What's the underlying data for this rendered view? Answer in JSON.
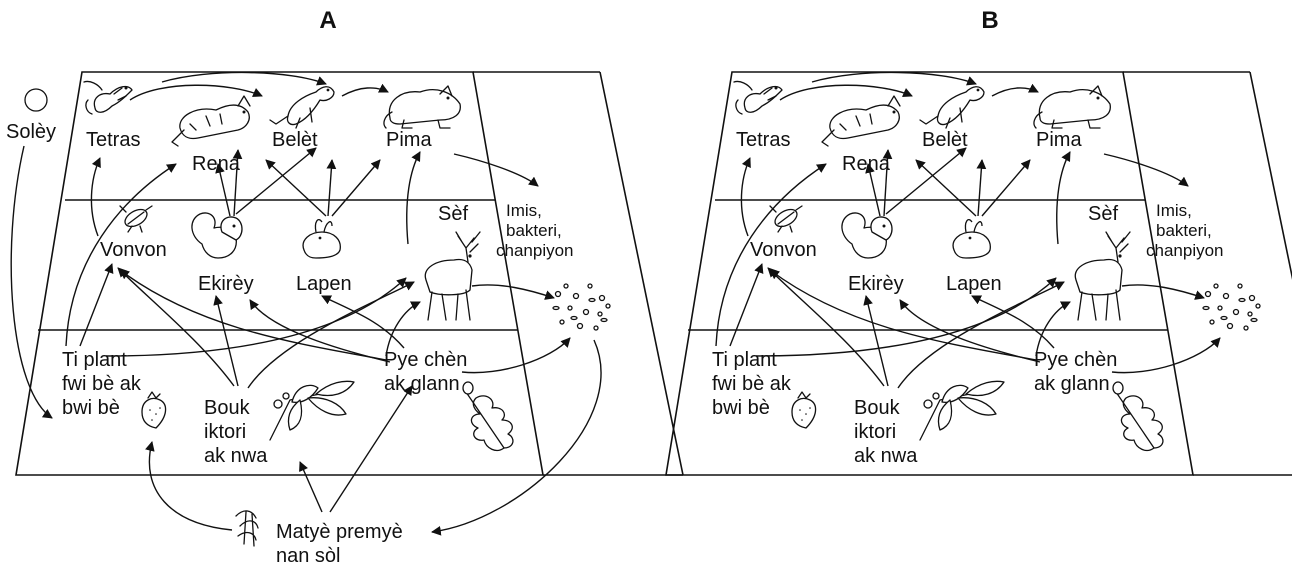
{
  "panels": [
    {
      "title": "A",
      "labels": {
        "tetras": "Tetras",
        "rena": "Rena",
        "belet": "Belèt",
        "pima": "Pima",
        "imis1": "Imis,",
        "imis2": "bakteri,",
        "imis3": "chanpiyon",
        "sef": "Sèf",
        "vonvon": "Vonvon",
        "ekirey": "Ekirèy",
        "lapen": "Lapen",
        "tp1": "Ti plant",
        "tp2": "fwi bè ak",
        "tp3": "bwi bè",
        "bouk1": "Bouk",
        "bouk2": "iktori",
        "bouk3": "ak nwa",
        "pye1": "Pye chèn",
        "pye2": "ak glann"
      },
      "soley": "Solèy",
      "matye1": "Matyè premyè",
      "matye2": "nan sòl"
    },
    {
      "title": "B",
      "labels": {
        "tetras": "Tetras",
        "rena": "Rena",
        "belet": "Belèt",
        "pima": "Pima",
        "imis1": "Imis,",
        "imis2": "bakteri,",
        "imis3": "chanpiyon",
        "sef": "Sèf",
        "vonvon": "Vonvon",
        "ekirey": "Ekirèy",
        "lapen": "Lapen",
        "tp1": "Ti plant",
        "tp2": "fwi bè ak",
        "tp3": "bwi bè",
        "bouk1": "Bouk",
        "bouk2": "iktori",
        "bouk3": "ak nwa",
        "pye1": "Pye chèn",
        "pye2": "ak glann"
      }
    }
  ],
  "icons": [
    "sun-icon",
    "grouse-icon",
    "raccoon-icon",
    "weasel-icon",
    "cougar-icon",
    "beetle-icon",
    "squirrel-icon",
    "rabbit-icon",
    "deer-icon",
    "microbes-icon",
    "strawberry-icon",
    "hickory-leaf-icon",
    "oak-leaf-icon",
    "soil-icon"
  ]
}
